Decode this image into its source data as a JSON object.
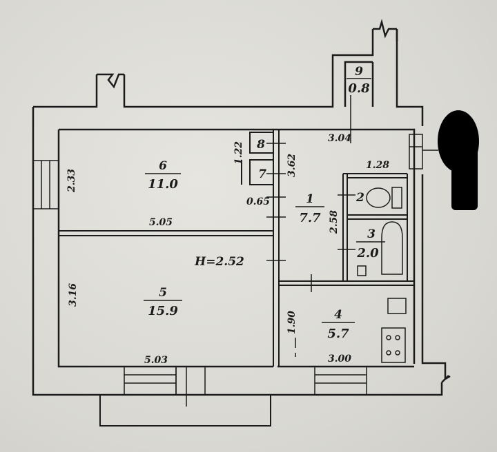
{
  "plan": {
    "height_note": "H=2.52",
    "rooms": [
      {
        "id": "room-1",
        "number": "1",
        "area": "7.7"
      },
      {
        "id": "room-2",
        "number": "2",
        "area": ""
      },
      {
        "id": "room-3",
        "number": "3",
        "area": "2.0"
      },
      {
        "id": "room-4",
        "number": "4",
        "area": "5.7"
      },
      {
        "id": "room-5",
        "number": "5",
        "area": "15.9"
      },
      {
        "id": "room-6",
        "number": "6",
        "area": "11.0"
      },
      {
        "id": "room-7",
        "number": "7",
        "area": ""
      },
      {
        "id": "room-8",
        "number": "8",
        "area": ""
      },
      {
        "id": "room-9",
        "number": "9",
        "area": "0.8"
      }
    ],
    "dimensions": {
      "d_233": "2.33",
      "d_505": "5.05",
      "d_122": "1.22",
      "d_362": "3.62",
      "d_065": "0.65",
      "d_304": "3.04",
      "d_128": "1.28",
      "d_258": "2.58",
      "d_316": "3.16",
      "d_503": "5.03",
      "d_190": "1.90",
      "d_300": "3.00"
    }
  },
  "colors": {
    "ink": "#1b1b1b",
    "paper": "#e2e1db",
    "redaction": "#000000"
  }
}
